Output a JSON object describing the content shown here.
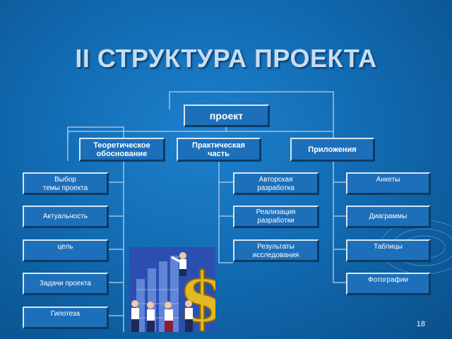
{
  "slide": {
    "title": "II СТРУКТУРА ПРОЕКТА",
    "page_number": "18"
  },
  "diagram": {
    "root": "проект",
    "branches": [
      "Теоретическое\nобоснование",
      "Практическая\nчасть",
      "Приложения"
    ],
    "theory_items": [
      "Выбор\nтемы проекта",
      "Актуальность",
      "цель",
      "Задачи проекта",
      "Гипотеза"
    ],
    "practice_items": [
      "Авторская\nразработка",
      "Реализация\nразработки",
      "Результаты\nисследования"
    ],
    "appendix_items": [
      "Анкеты",
      "Диаграммы",
      "Таблицы",
      "Фотографии"
    ]
  },
  "clipart": {
    "icon": "business-people-dollar-clipart"
  },
  "colors": {
    "background": "#126cb3",
    "box": "#1e6fba",
    "line": "#9ec2e4"
  }
}
